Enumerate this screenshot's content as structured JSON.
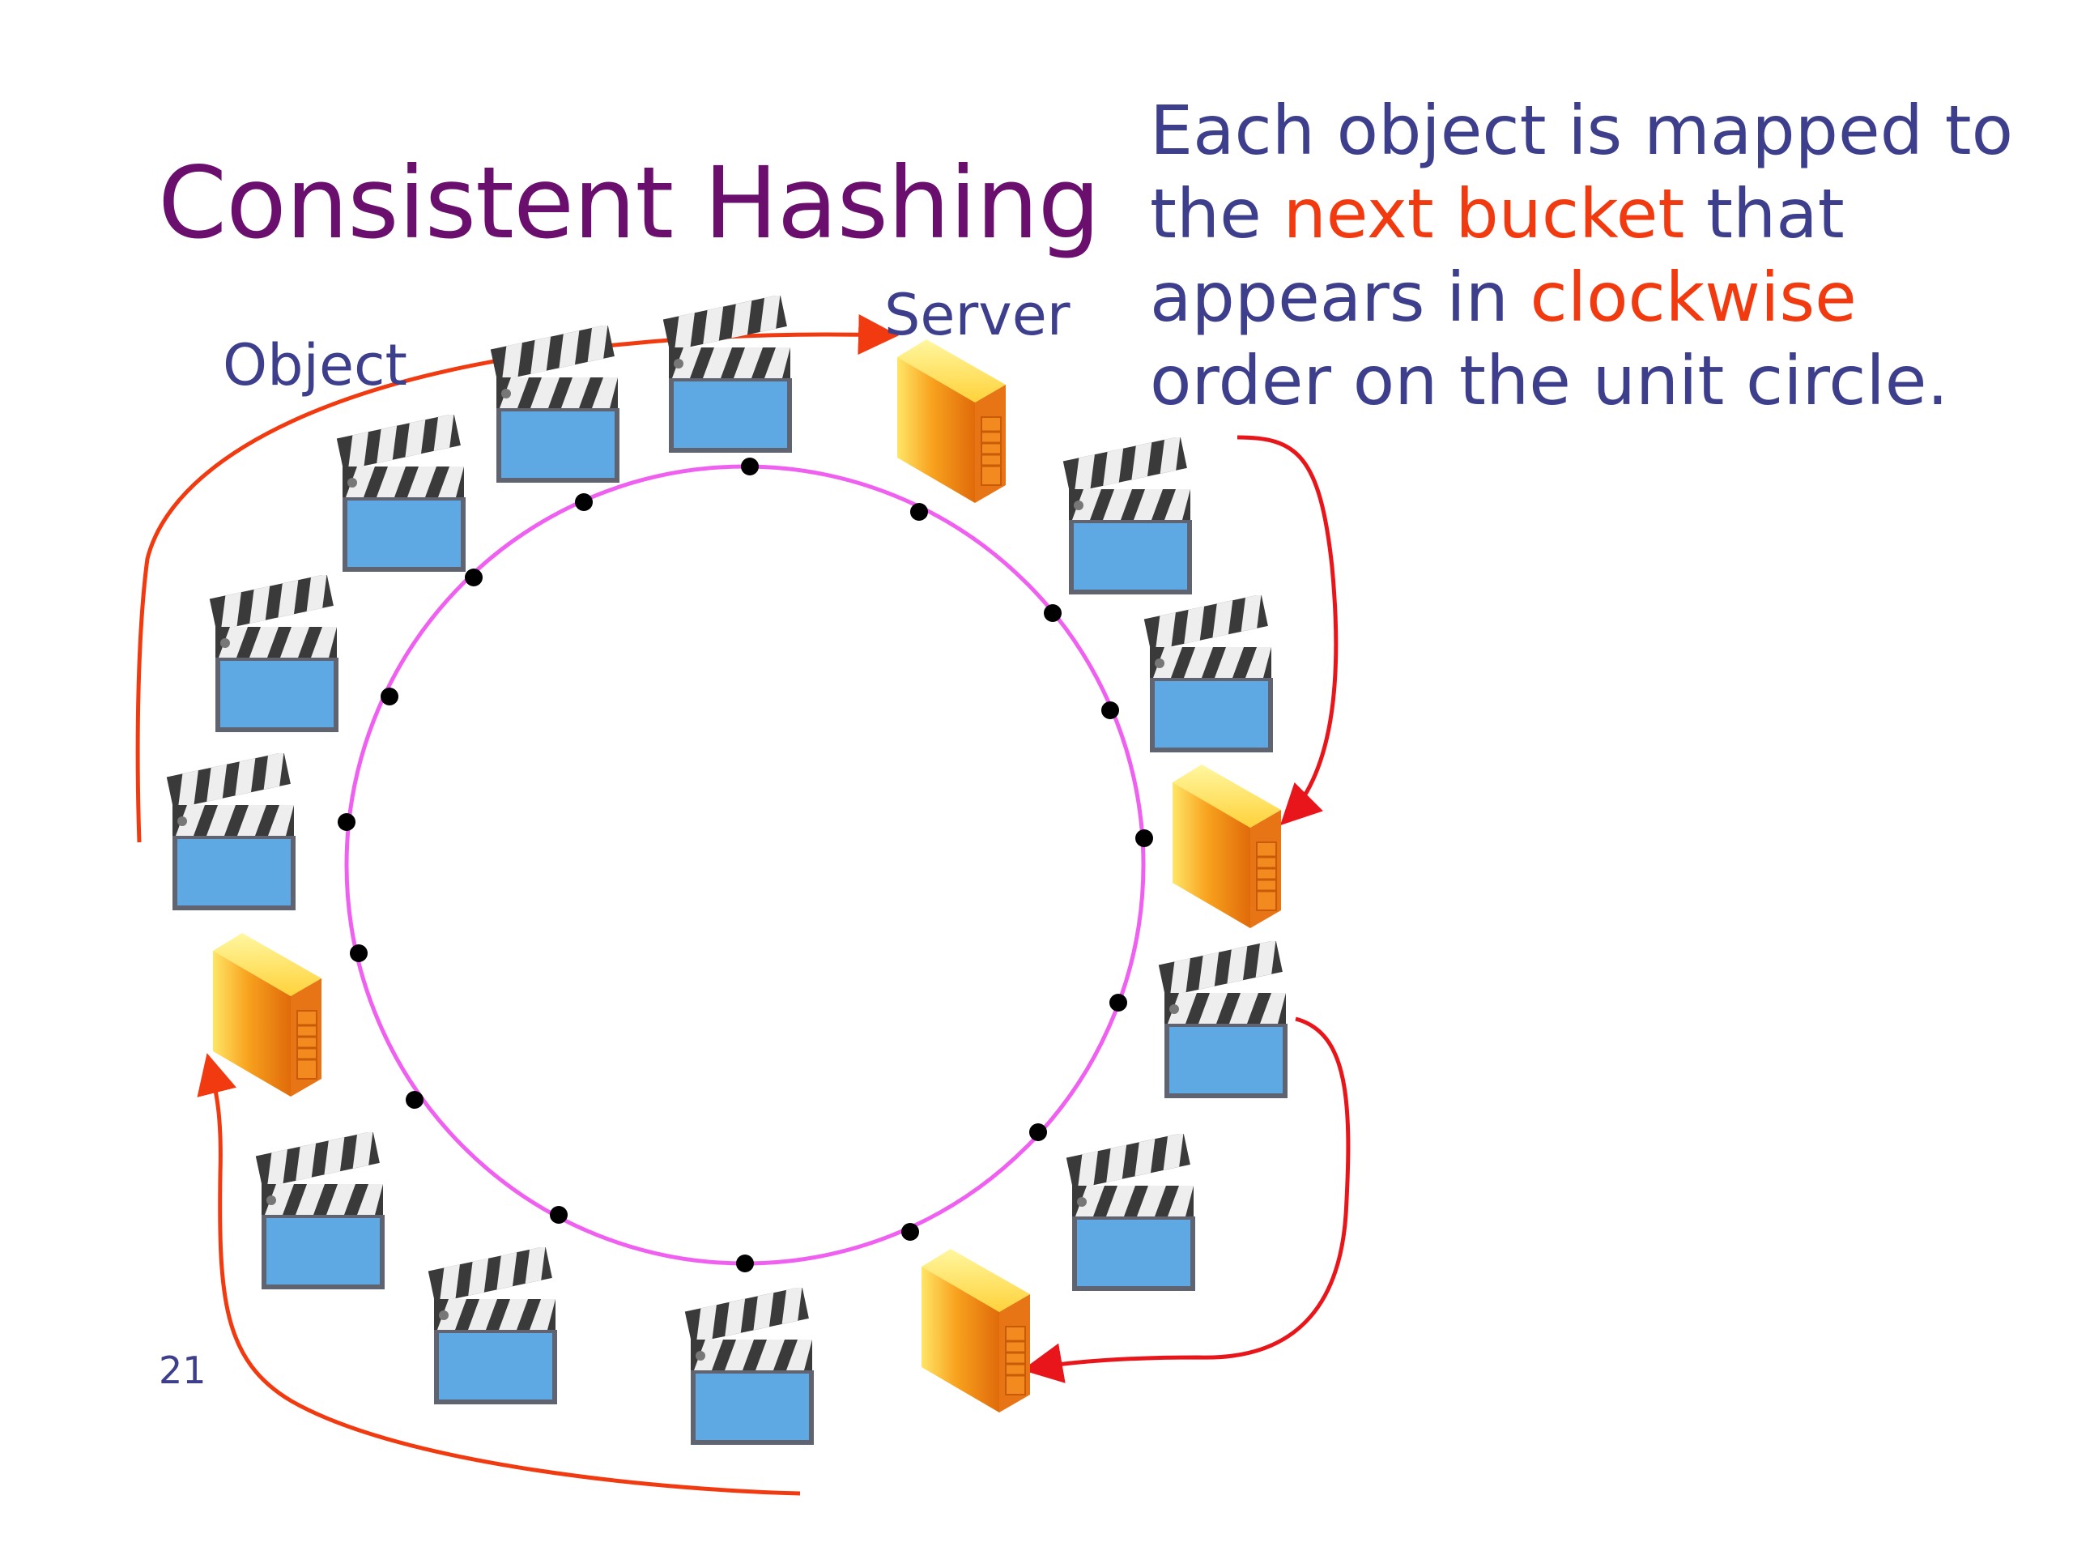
{
  "title": "Consistent Hashing",
  "description": {
    "part1": "Each object is mapped to the ",
    "highlight1": "next bucket",
    "part2": " that appears in ",
    "highlight2": "clockwise",
    "part3": " order on the unit circle."
  },
  "labels": {
    "object": "Object",
    "server": "Server"
  },
  "page_number": "21",
  "colors": {
    "title": "#6a0f6e",
    "text": "#3d3f8c",
    "highlight": "#f13a10",
    "ring": "#f060f0",
    "arrow_red": "#e8161a",
    "arrow_orange": "#f13a10",
    "object_screen": "#5ea9e4",
    "server_body": "#f08a1c"
  },
  "icons": {
    "object": "clapperboard-icon",
    "server": "server-tower-icon"
  }
}
